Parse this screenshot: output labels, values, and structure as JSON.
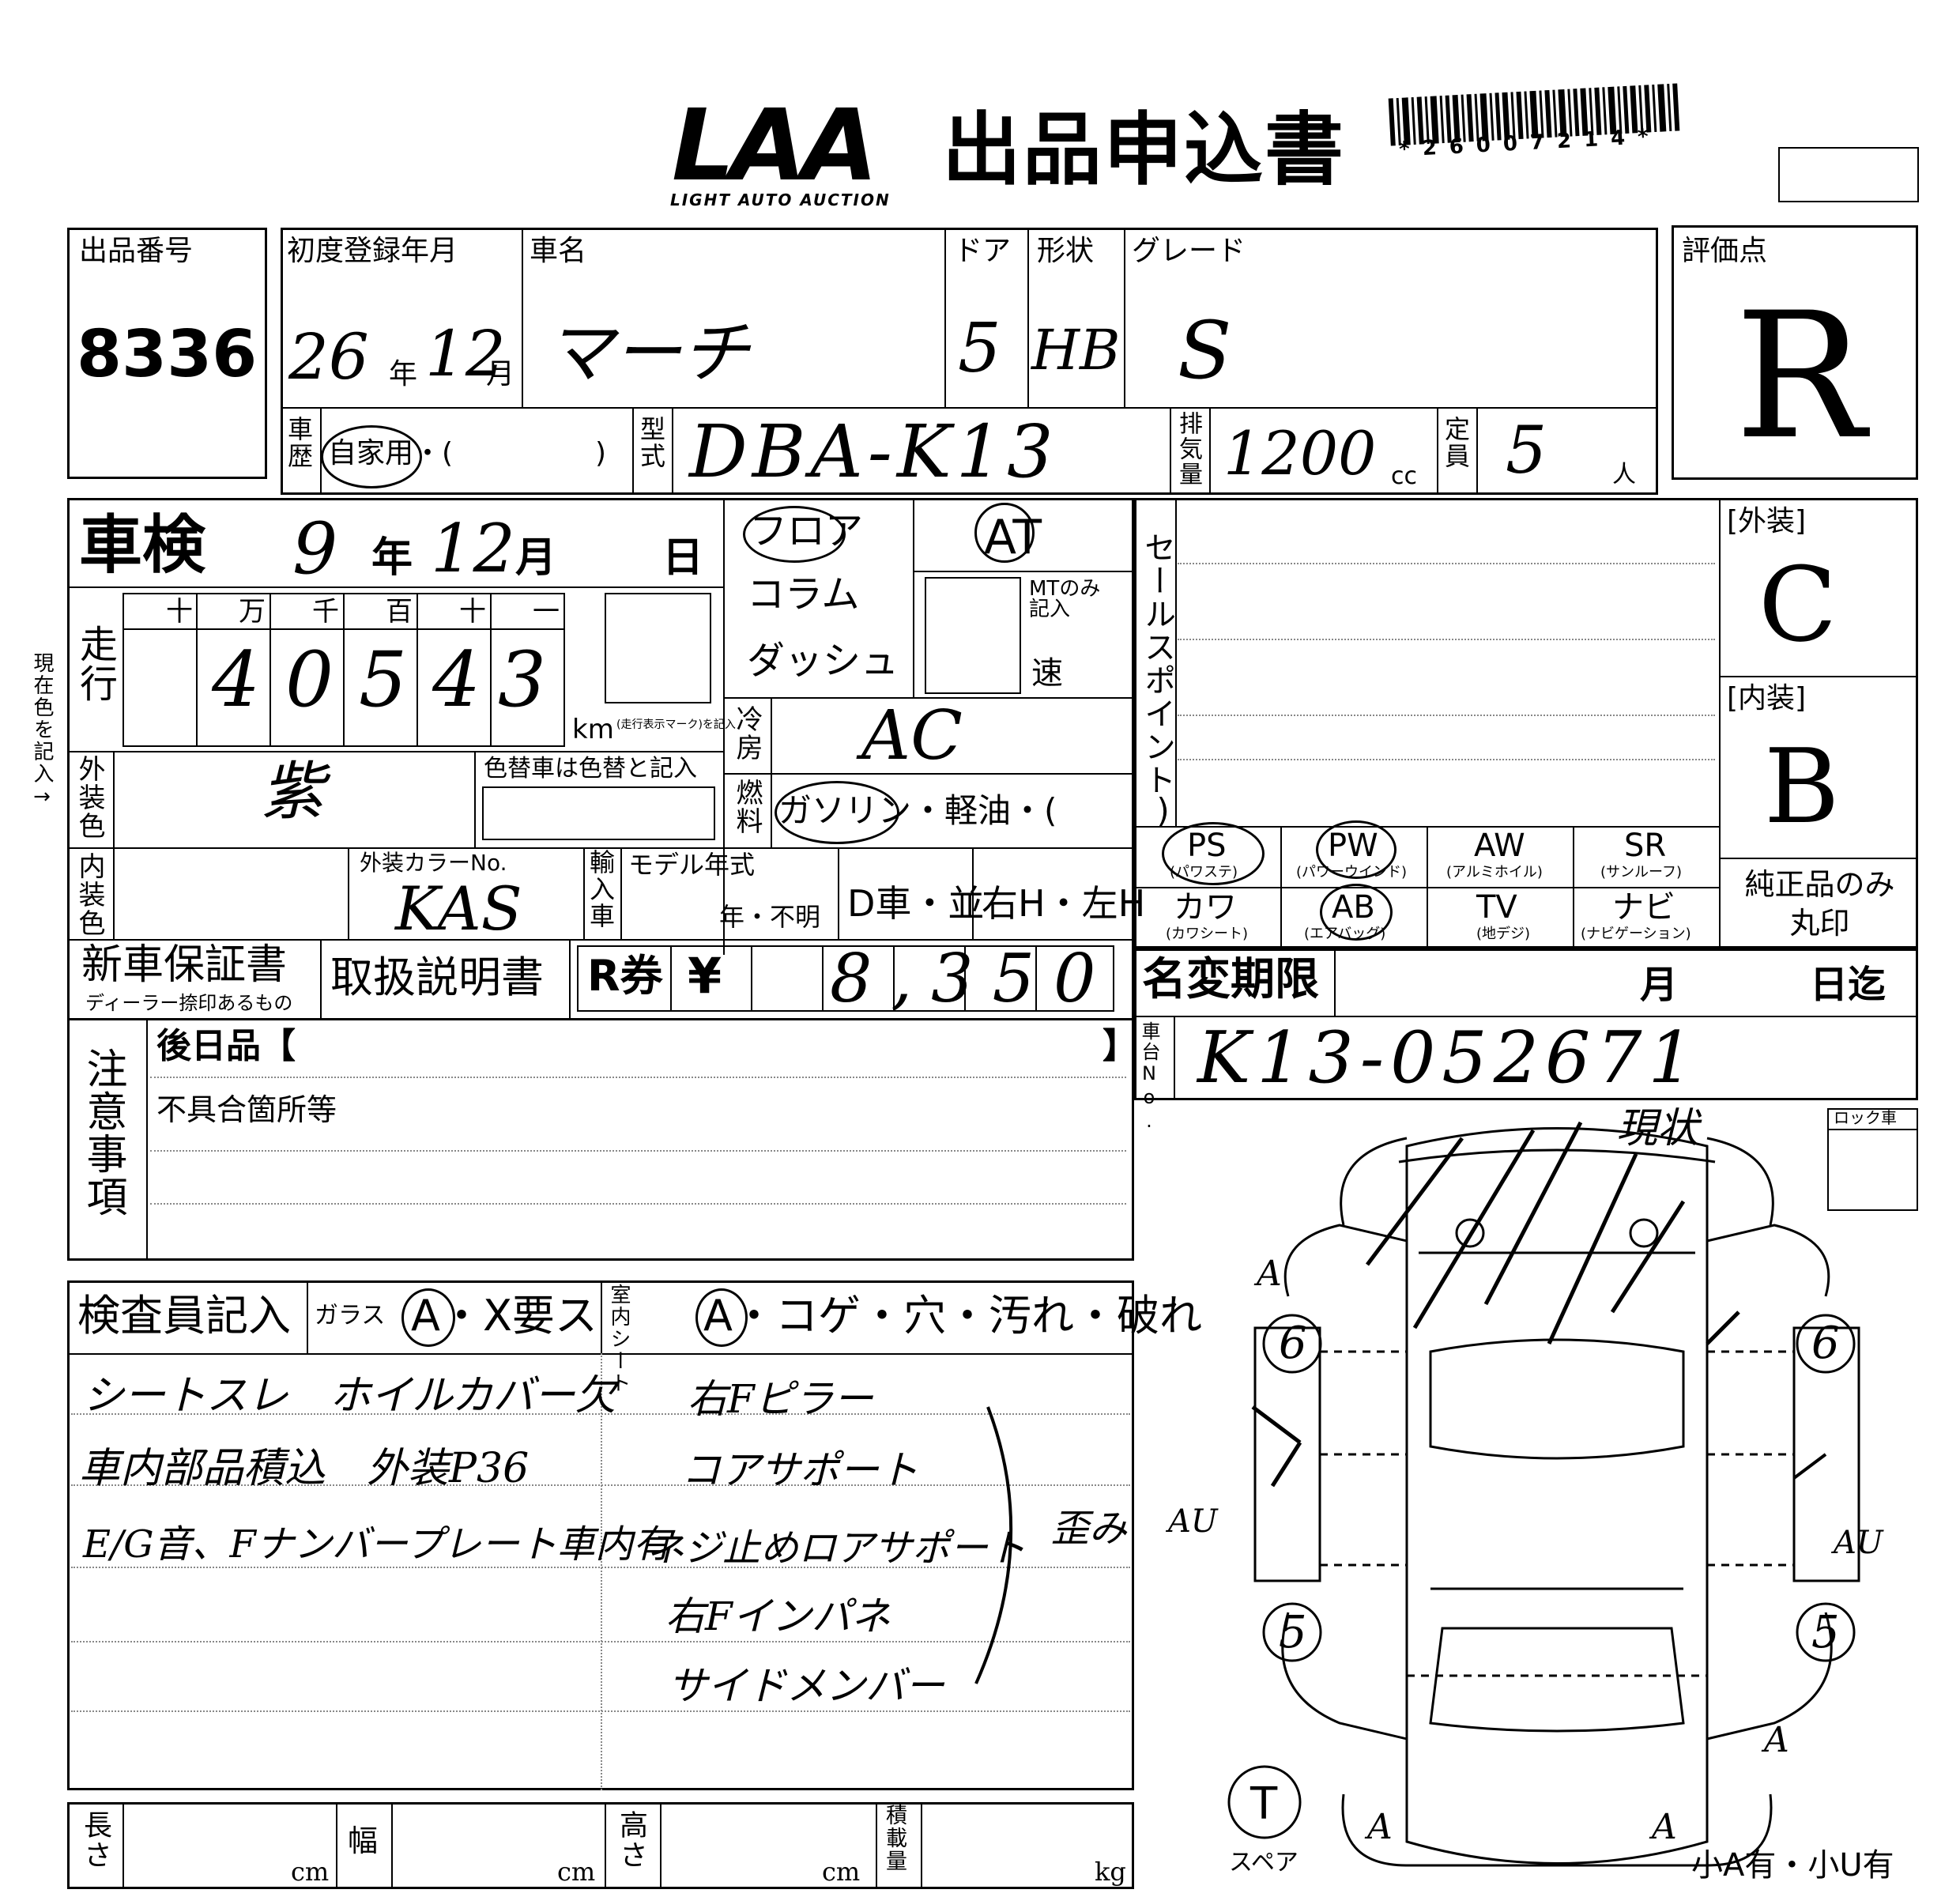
{
  "header": {
    "brand": "LAA",
    "brand_sub": "LIGHT AUTO AUCTION",
    "title": "出品申込書",
    "barcode_number": "*26007214*"
  },
  "left_side_note": "現在色を記入→",
  "lot": {
    "label": "出品番号",
    "value": "8336"
  },
  "top_row": {
    "first_reg_label": "初度登録年月",
    "first_reg_year": "26",
    "year_unit": "年",
    "first_reg_month": "12",
    "month_unit": "月",
    "car_name_label": "車名",
    "car_name": "マーチ",
    "doors_label": "ドア",
    "doors": "5",
    "body_label": "形状",
    "body": "HB",
    "grade_label": "グレード",
    "grade": "S"
  },
  "second_row": {
    "history_label": "車歴",
    "history_options": "自家用・(　　　　　)",
    "model_label": "型式",
    "model": "DBA-K13",
    "displacement_label": "排気量",
    "displacement": "1200",
    "cc_unit": "cc",
    "capacity_label": "定員",
    "capacity": "5",
    "person_unit": "人"
  },
  "score": {
    "label": "評価点",
    "value": "R"
  },
  "inspection": {
    "label": "車検",
    "year": "9",
    "year_unit": "年",
    "month": "12",
    "month_unit": "月",
    "day_unit": "日"
  },
  "shift": {
    "floor": "フロア",
    "column": "コラム",
    "dash": "ダッシュ",
    "at": "AT",
    "mt_note": "MTのみ記入",
    "speed": "速"
  },
  "mileage": {
    "label": "走行",
    "digit_headers": [
      "十",
      "万",
      "千",
      "百",
      "十",
      "一"
    ],
    "digits": [
      "",
      "4",
      "0",
      "5",
      "4",
      "3"
    ],
    "unit": "km",
    "unit_note": "(走行表示マーク)を記入"
  },
  "ac": {
    "label": "冷房",
    "value": "AC"
  },
  "fuel": {
    "label": "燃料",
    "options": "ガソリン・軽油・(　　　)"
  },
  "exterior_color": {
    "label": "外装色",
    "value": "紫",
    "change_note": "色替車は色替と記入"
  },
  "interior_color": {
    "label": "内装色",
    "color_no_label": "外装カラーNo.",
    "color_no": "KAS"
  },
  "import": {
    "label": "輸入車",
    "model_year_label": "モデル年式",
    "model_year_options": "年・不明",
    "dealer": "D車・並",
    "handle": "右H・左H"
  },
  "sales_point": {
    "label": "セールスポイント"
  },
  "ext_grade": {
    "label": "[外装]",
    "value": "C"
  },
  "int_grade": {
    "label": "[内装]",
    "value": "B"
  },
  "equipment": [
    {
      "name": "PS",
      "sub": "(パワステ)"
    },
    {
      "name": "PW",
      "sub": "(パワーウインド)"
    },
    {
      "name": "AW",
      "sub": "(アルミホイル)"
    },
    {
      "name": "SR",
      "sub": "(サンルーフ)"
    },
    {
      "name": "カワ",
      "sub": "(カワシート)"
    },
    {
      "name": "AB",
      "sub": "(エアバッグ)"
    },
    {
      "name": "TV",
      "sub": "(地デジ)"
    },
    {
      "name": "ナビ",
      "sub": "(ナビゲーション)"
    }
  ],
  "genuine_note": "純正品のみ丸印",
  "docs": {
    "warranty": "新車保証書",
    "warranty_sub": "ディーラー捺印あるもの",
    "manual": "取扱説明書",
    "r_ticket": "R券",
    "yen": "¥",
    "r_amount": "8,350"
  },
  "name_change": {
    "label": "名変期限",
    "month_unit": "月",
    "day_unit": "日迄"
  },
  "chassis": {
    "label": "車台No.",
    "value": "K13-052671"
  },
  "notes": {
    "label": "注意事項",
    "later_label": "後日品【",
    "later_close": "】",
    "defects_label": "不具合箇所等"
  },
  "inspector": {
    "label": "検査員記入",
    "glass_label": "ガラス",
    "glass_options": "A・X要ス",
    "seat_label": "室内シート",
    "seat_options": "A・コゲ・穴・汚れ・破れ",
    "left_notes": [
      "シートスレ　ホイルカバー欠",
      "車内部品積込　外装P36",
      "E/G音、Fナンバープレート車内有"
    ],
    "right_notes": [
      "右Fピラー",
      "コアサポート",
      "ネジ止めロアサポート",
      "右Fインパネ",
      "サイドメンバー"
    ],
    "bracket_note": "歪み"
  },
  "diagram": {
    "lock_label": "ロック車",
    "status_note": "現状",
    "tire_fl": "6",
    "tire_fr": "6",
    "tire_rl": "5",
    "tire_rr": "5",
    "mark_a": "A",
    "mark_au": "AU",
    "spare_label": "スペア",
    "spare_mark": "T",
    "small_marks": "小A有・小U有"
  },
  "dims": {
    "length_label": "長さ",
    "width_label": "幅",
    "height_label": "高さ",
    "load_label": "積載量",
    "cm_unit": "cm",
    "kg_unit": "kg"
  }
}
